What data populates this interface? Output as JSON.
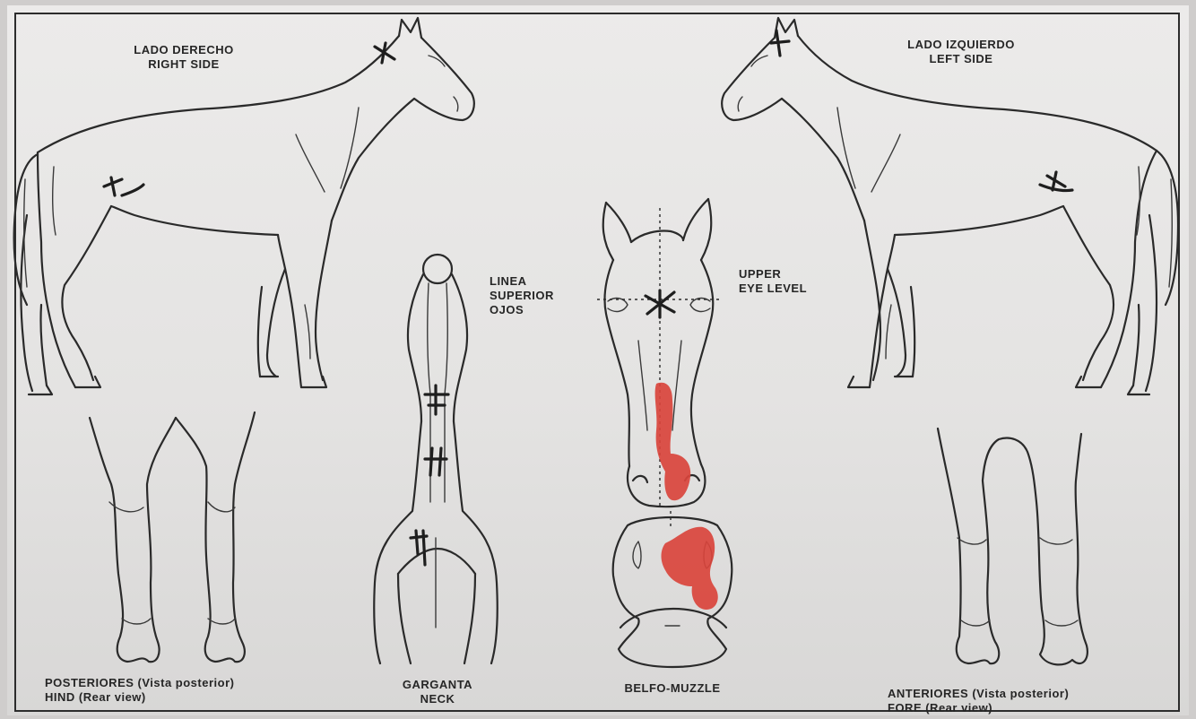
{
  "labels": {
    "right_side": [
      "LADO DERECHO",
      "RIGHT SIDE"
    ],
    "left_side": [
      "LADO IZQUIERDO",
      "LEFT SIDE"
    ],
    "eye_es": [
      "LINEA",
      "SUPERIOR",
      "OJOS"
    ],
    "eye_en": [
      "UPPER",
      "EYE LEVEL"
    ],
    "hind": [
      "POSTERIORES (Vista posterior)",
      "HIND (Rear view)"
    ],
    "neck": [
      "GARGANTA",
      "NECK"
    ],
    "muzzle": "BELFO-MUZZLE",
    "fore": [
      "ANTERIORES (Vista posterior)",
      "FORE (Rear view)"
    ]
  },
  "colors": {
    "paper": "#e8e7e6",
    "ink": "#2a2a2a",
    "marking_red": "#d9443c"
  }
}
